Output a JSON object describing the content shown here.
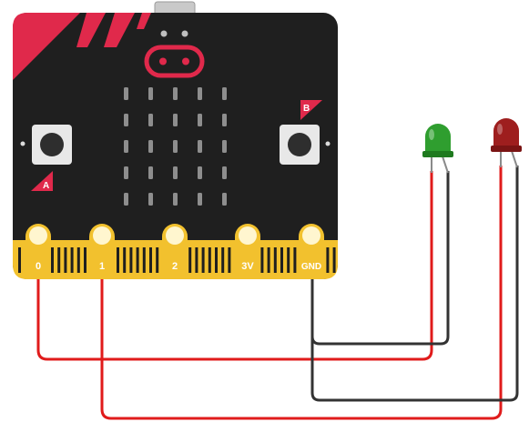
{
  "board": {
    "buttons": [
      {
        "id": "a",
        "label": "A"
      },
      {
        "id": "b",
        "label": "B"
      }
    ],
    "pins": [
      {
        "id": "p0",
        "label": "0"
      },
      {
        "id": "p1",
        "label": "1"
      },
      {
        "id": "p2",
        "label": "2"
      },
      {
        "id": "p3v",
        "label": "3V"
      },
      {
        "id": "pgnd",
        "label": "GND"
      }
    ],
    "led_matrix": {
      "rows": 5,
      "cols": 5
    }
  },
  "leds": [
    {
      "id": "green-led",
      "color": "#2f9e2f"
    },
    {
      "id": "red-led",
      "color": "#9e1e1e"
    }
  ],
  "colors": {
    "board": "#1f1f1f",
    "accent": "#e0294b",
    "gold": "#f2c12e",
    "wire_signal": "#e01b1b",
    "wire_ground": "#333333"
  }
}
